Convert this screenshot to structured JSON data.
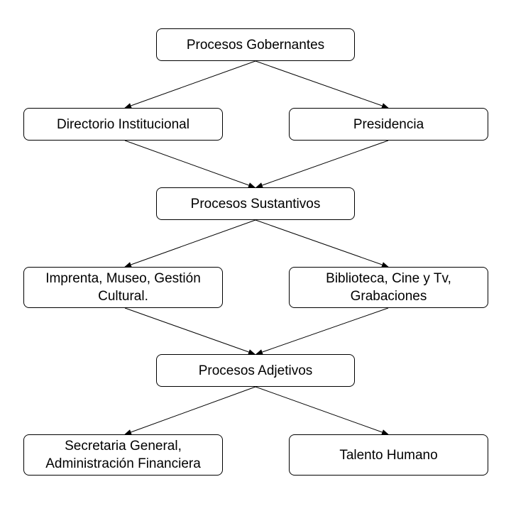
{
  "nodes": {
    "procesos_gobernantes": "Procesos Gobernantes",
    "directorio_institucional": "Directorio Institucional",
    "presidencia": "Presidencia",
    "procesos_sustantivos": "Procesos Sustantivos",
    "imprenta_line1": "Imprenta, Museo, Gestión",
    "imprenta_line2": "Cultural.",
    "biblioteca_line1": "Biblioteca, Cine y Tv,",
    "biblioteca_line2": "Grabaciones",
    "procesos_adjetivos": "Procesos Adjetivos",
    "secretaria_line1": "Secretaria General,",
    "secretaria_line2": "Administración Financiera",
    "talento_humano": "Talento Humano"
  },
  "colors": {
    "stroke": "#000000",
    "background": "#ffffff"
  }
}
